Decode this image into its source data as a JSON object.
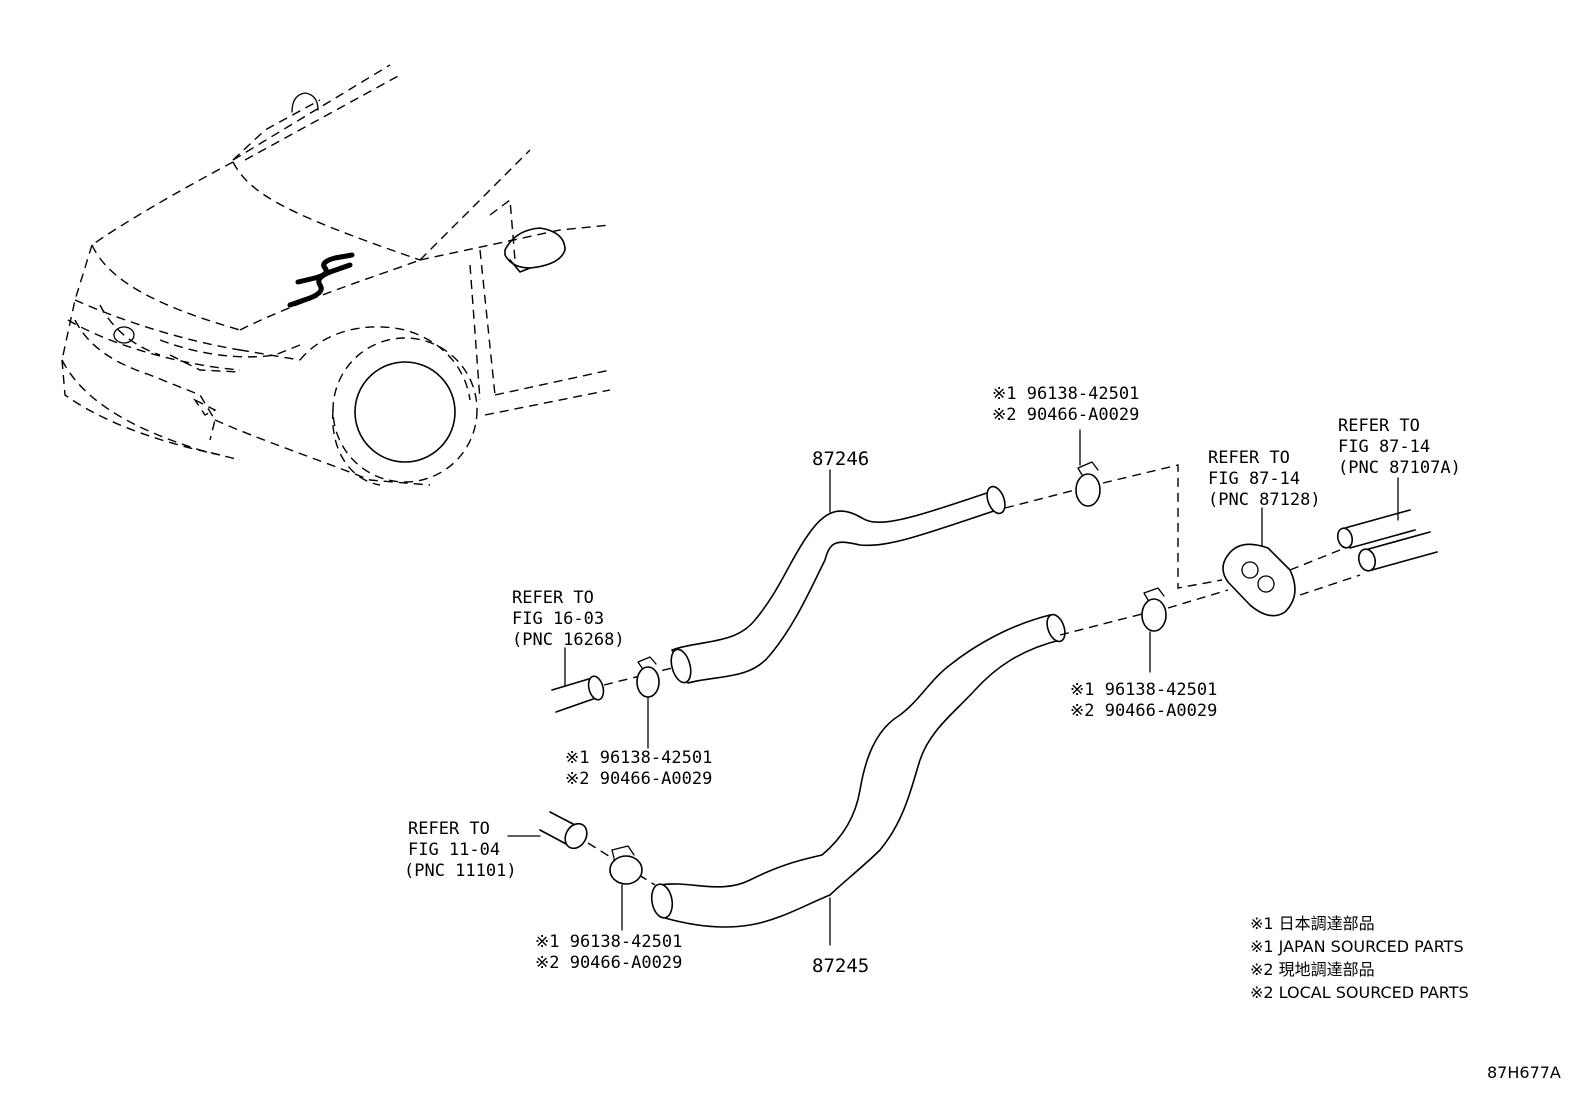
{
  "callouts": {
    "hose_upper": "87246",
    "hose_lower": "87245"
  },
  "clips": {
    "top": {
      "line1": "※1 96138-42501",
      "line2": "※2 90466-A0029"
    },
    "right": {
      "line1": "※1 96138-42501",
      "line2": "※2 90466-A0029"
    },
    "left": {
      "line1": "※1 96138-42501",
      "line2": "※2 90466-A0029"
    },
    "bottom": {
      "line1": "※1 96138-42501",
      "line2": "※2 90466-A0029"
    }
  },
  "references": {
    "fig_16_03": {
      "line1": "REFER TO",
      "line2": "FIG 16-03",
      "line3": "(PNC 16268)"
    },
    "fig_11_04": {
      "line1": "REFER TO",
      "line2": "FIG 11-04",
      "line3": "(PNC 11101)"
    },
    "fig_87_14_a": {
      "line1": "REFER TO",
      "line2": "FIG 87-14",
      "line3": "(PNC 87128)"
    },
    "fig_87_14_b": {
      "line1": "REFER TO",
      "line2": "FIG 87-14",
      "line3": "(PNC 87107A)"
    }
  },
  "legend": {
    "line1": "※1 日本調達部品",
    "line2": "※1 JAPAN SOURCED PARTS",
    "line3": "※2 現地調達部品",
    "line4": "※2 LOCAL SOURCED PARTS"
  },
  "figure_code": "87H677A"
}
